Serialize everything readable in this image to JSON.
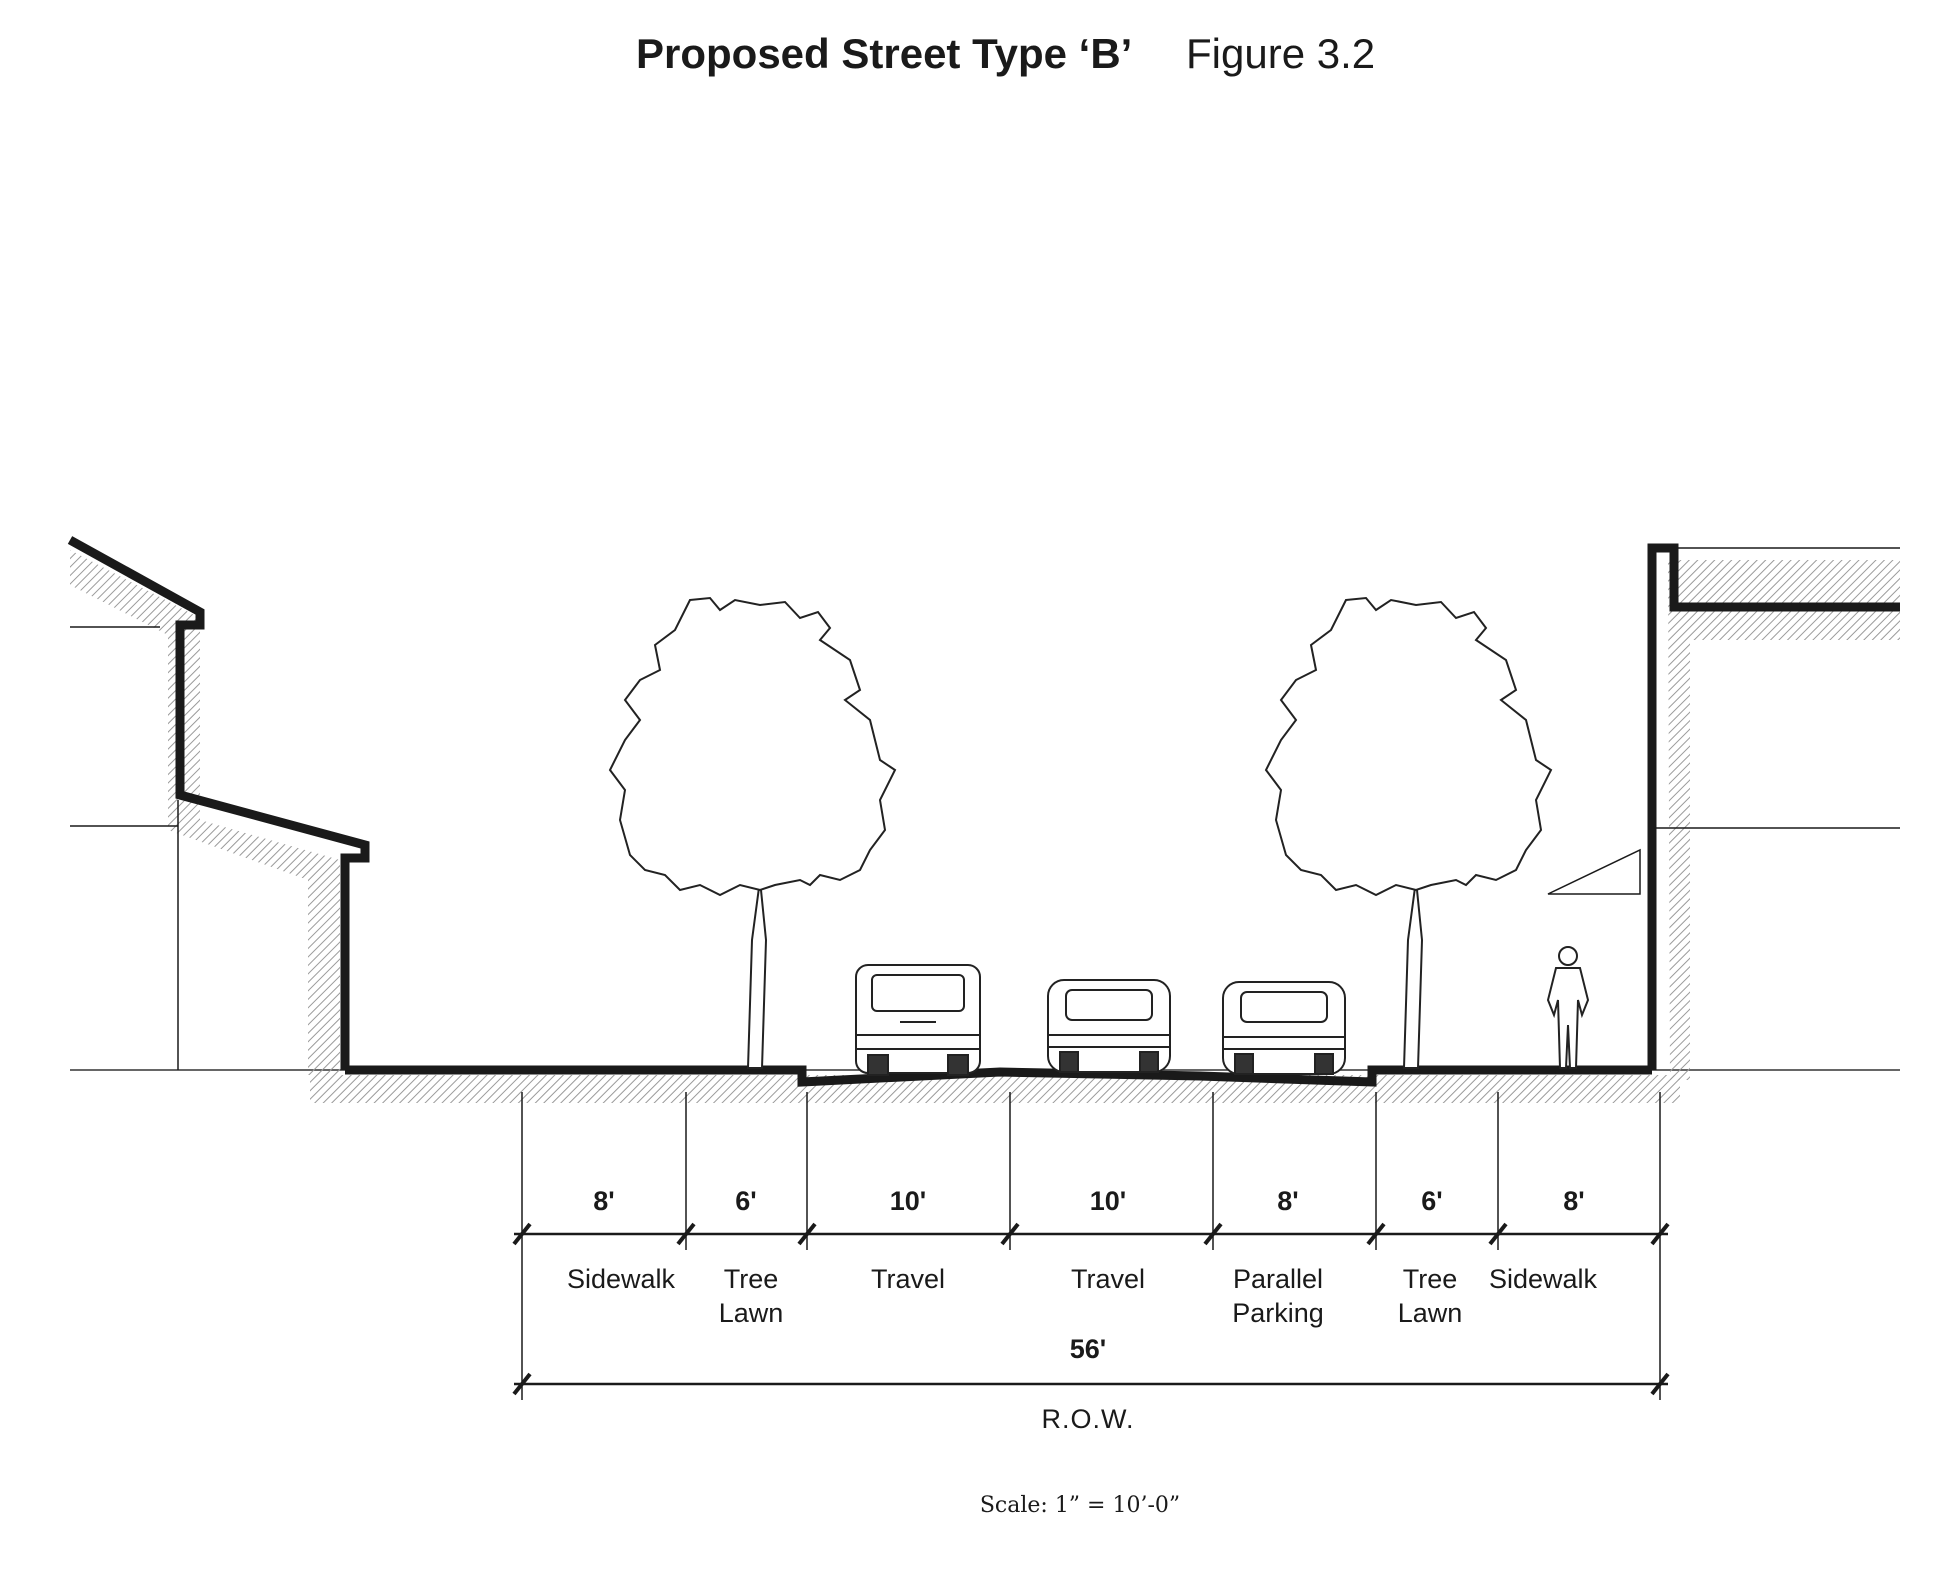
{
  "title": {
    "main": "Proposed Street Type ‘B’",
    "figure": "Figure 3.2"
  },
  "segments": [
    {
      "width": "8'",
      "label_line1": "Sidewalk",
      "label_line2": ""
    },
    {
      "width": "6'",
      "label_line1": "Tree",
      "label_line2": "Lawn"
    },
    {
      "width": "10'",
      "label_line1": "Travel",
      "label_line2": ""
    },
    {
      "width": "10'",
      "label_line1": "Travel",
      "label_line2": ""
    },
    {
      "width": "8'",
      "label_line1": "Parallel",
      "label_line2": "Parking"
    },
    {
      "width": "6'",
      "label_line1": "Tree",
      "label_line2": "Lawn"
    },
    {
      "width": "8'",
      "label_line1": "Sidewalk",
      "label_line2": ""
    }
  ],
  "total": {
    "width": "56'",
    "label": "R.O.W."
  },
  "scale": "Scale: 1” = 10’-0”",
  "colors": {
    "line": "#1a1a1a",
    "hatch": "#9a9a9a"
  }
}
